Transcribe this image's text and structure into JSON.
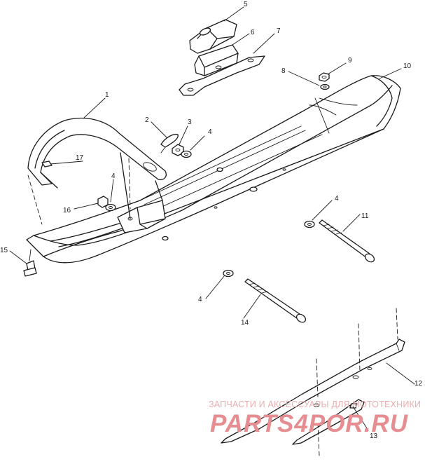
{
  "diagram": {
    "callouts": [
      {
        "id": "c1",
        "text": "1"
      },
      {
        "id": "c2",
        "text": "2"
      },
      {
        "id": "c3",
        "text": "3"
      },
      {
        "id": "c4a",
        "text": "4"
      },
      {
        "id": "c4b",
        "text": "4"
      },
      {
        "id": "c4c",
        "text": "4"
      },
      {
        "id": "c4d",
        "text": "4"
      },
      {
        "id": "c5",
        "text": "5"
      },
      {
        "id": "c6",
        "text": "6"
      },
      {
        "id": "c7",
        "text": "7"
      },
      {
        "id": "c8",
        "text": "8"
      },
      {
        "id": "c9",
        "text": "9"
      },
      {
        "id": "c10",
        "text": "10"
      },
      {
        "id": "c11",
        "text": "11"
      },
      {
        "id": "c12",
        "text": "12"
      },
      {
        "id": "c13",
        "text": "13"
      },
      {
        "id": "c14",
        "text": "14"
      },
      {
        "id": "c15",
        "text": "15"
      },
      {
        "id": "c16",
        "text": "16"
      },
      {
        "id": "c17",
        "text": "17"
      }
    ]
  },
  "watermark": {
    "line1": "ЗАПЧАСТИ И АКСЕССУАРЫ ДЛЯ МОТОТЕХНИКИ",
    "line2": "PARTS4POR.RU",
    "color": "#e58d90"
  }
}
